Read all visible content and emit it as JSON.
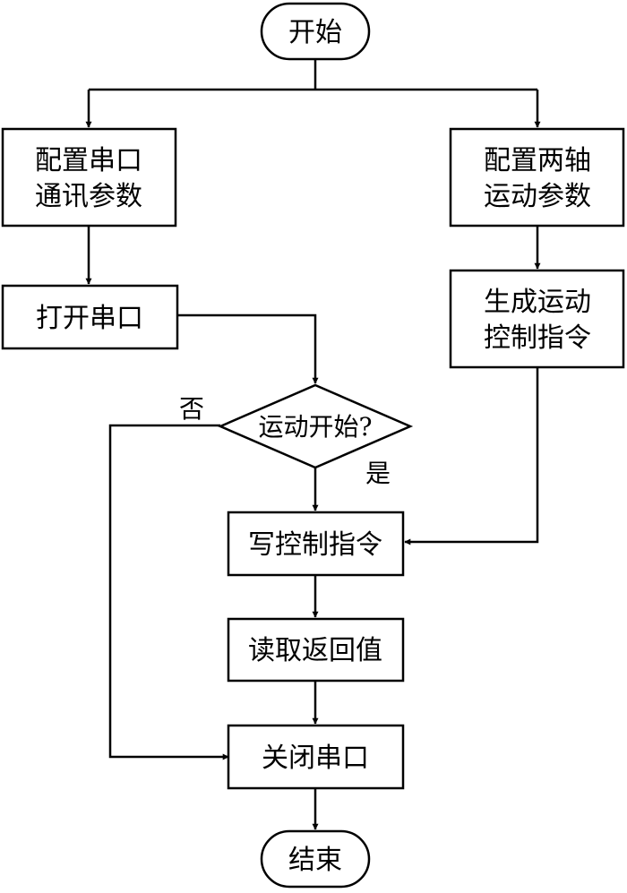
{
  "nodes": {
    "start": "开始",
    "config_serial_1": "配置串口",
    "config_serial_2": "通讯参数",
    "config_axis_1": "配置两轴",
    "config_axis_2": "运动参数",
    "open_serial": "打开串口",
    "gen_cmd_1": "生成运动",
    "gen_cmd_2": "控制指令",
    "decision": "运动开始?",
    "write_cmd": "写控制指令",
    "read_value": "读取返回值",
    "close_serial": "关闭串口",
    "end": "结束"
  },
  "edges": {
    "no_label": "否",
    "yes_label": "是"
  },
  "colors": {
    "stroke": "#000000",
    "fill": "#ffffff"
  }
}
